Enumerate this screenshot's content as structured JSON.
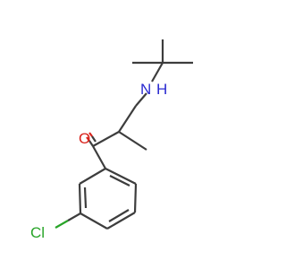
{
  "molecule": {
    "atoms": {
      "oxygen": "O",
      "nitrogen_h": "H",
      "nitrogen": "N",
      "chlorine": "Cl"
    },
    "colors": {
      "bond": "#3d3d3d",
      "oxygen": "#d9221b",
      "nitrogen": "#2a2ad0",
      "chlorine": "#28a428"
    }
  }
}
